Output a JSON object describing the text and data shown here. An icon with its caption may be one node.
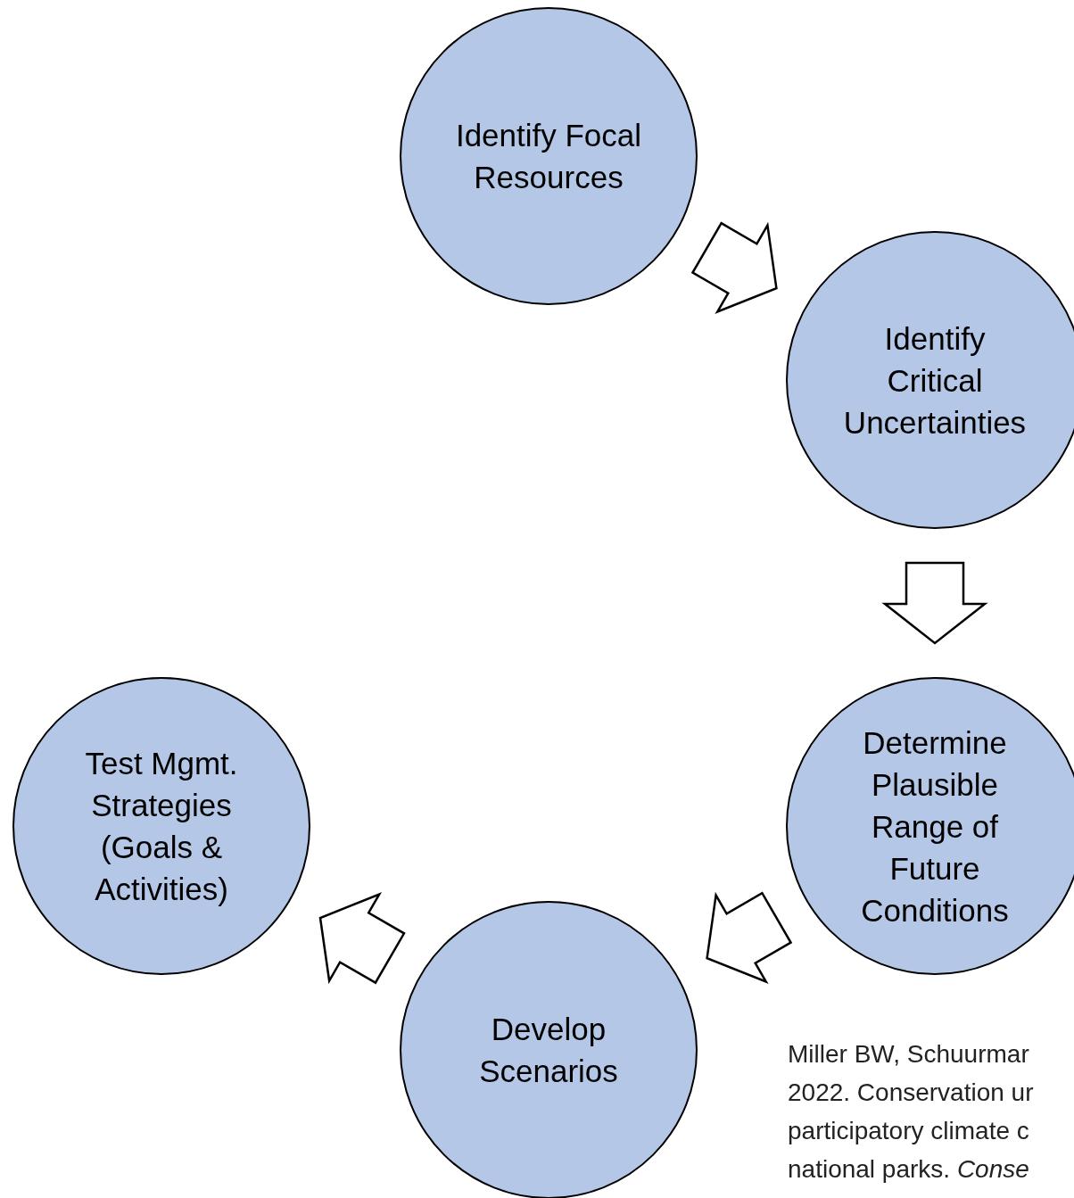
{
  "diagram": {
    "nodes": [
      {
        "text": [
          "Identify Focal Resources"
        ]
      },
      {
        "text": [
          "Identify Critical Uncertainties"
        ]
      },
      {
        "text": [
          "Determine Plausible Range of Future Conditions"
        ]
      },
      {
        "text": [
          "Develop Scenarios"
        ]
      },
      {
        "text": [
          "Test Mgmt. Strategies (Goals & Activities)"
        ]
      }
    ],
    "edges": [
      {
        "from": 0,
        "to": 1,
        "arrow": "to",
        "style": "thick"
      },
      {
        "from": 1,
        "to": 2,
        "arrow": "to",
        "style": "thick"
      },
      {
        "from": 2,
        "to": 3,
        "arrow": "to",
        "style": "thick"
      },
      {
        "from": 3,
        "to": 4,
        "arrow": "to",
        "style": "thick"
      }
    ],
    "labels": [
      "Miller BW, Schuurmar",
      "2022. Conservation ur",
      "participatory climate c",
      "national parks. *Conse*"
    ]
  }
}
